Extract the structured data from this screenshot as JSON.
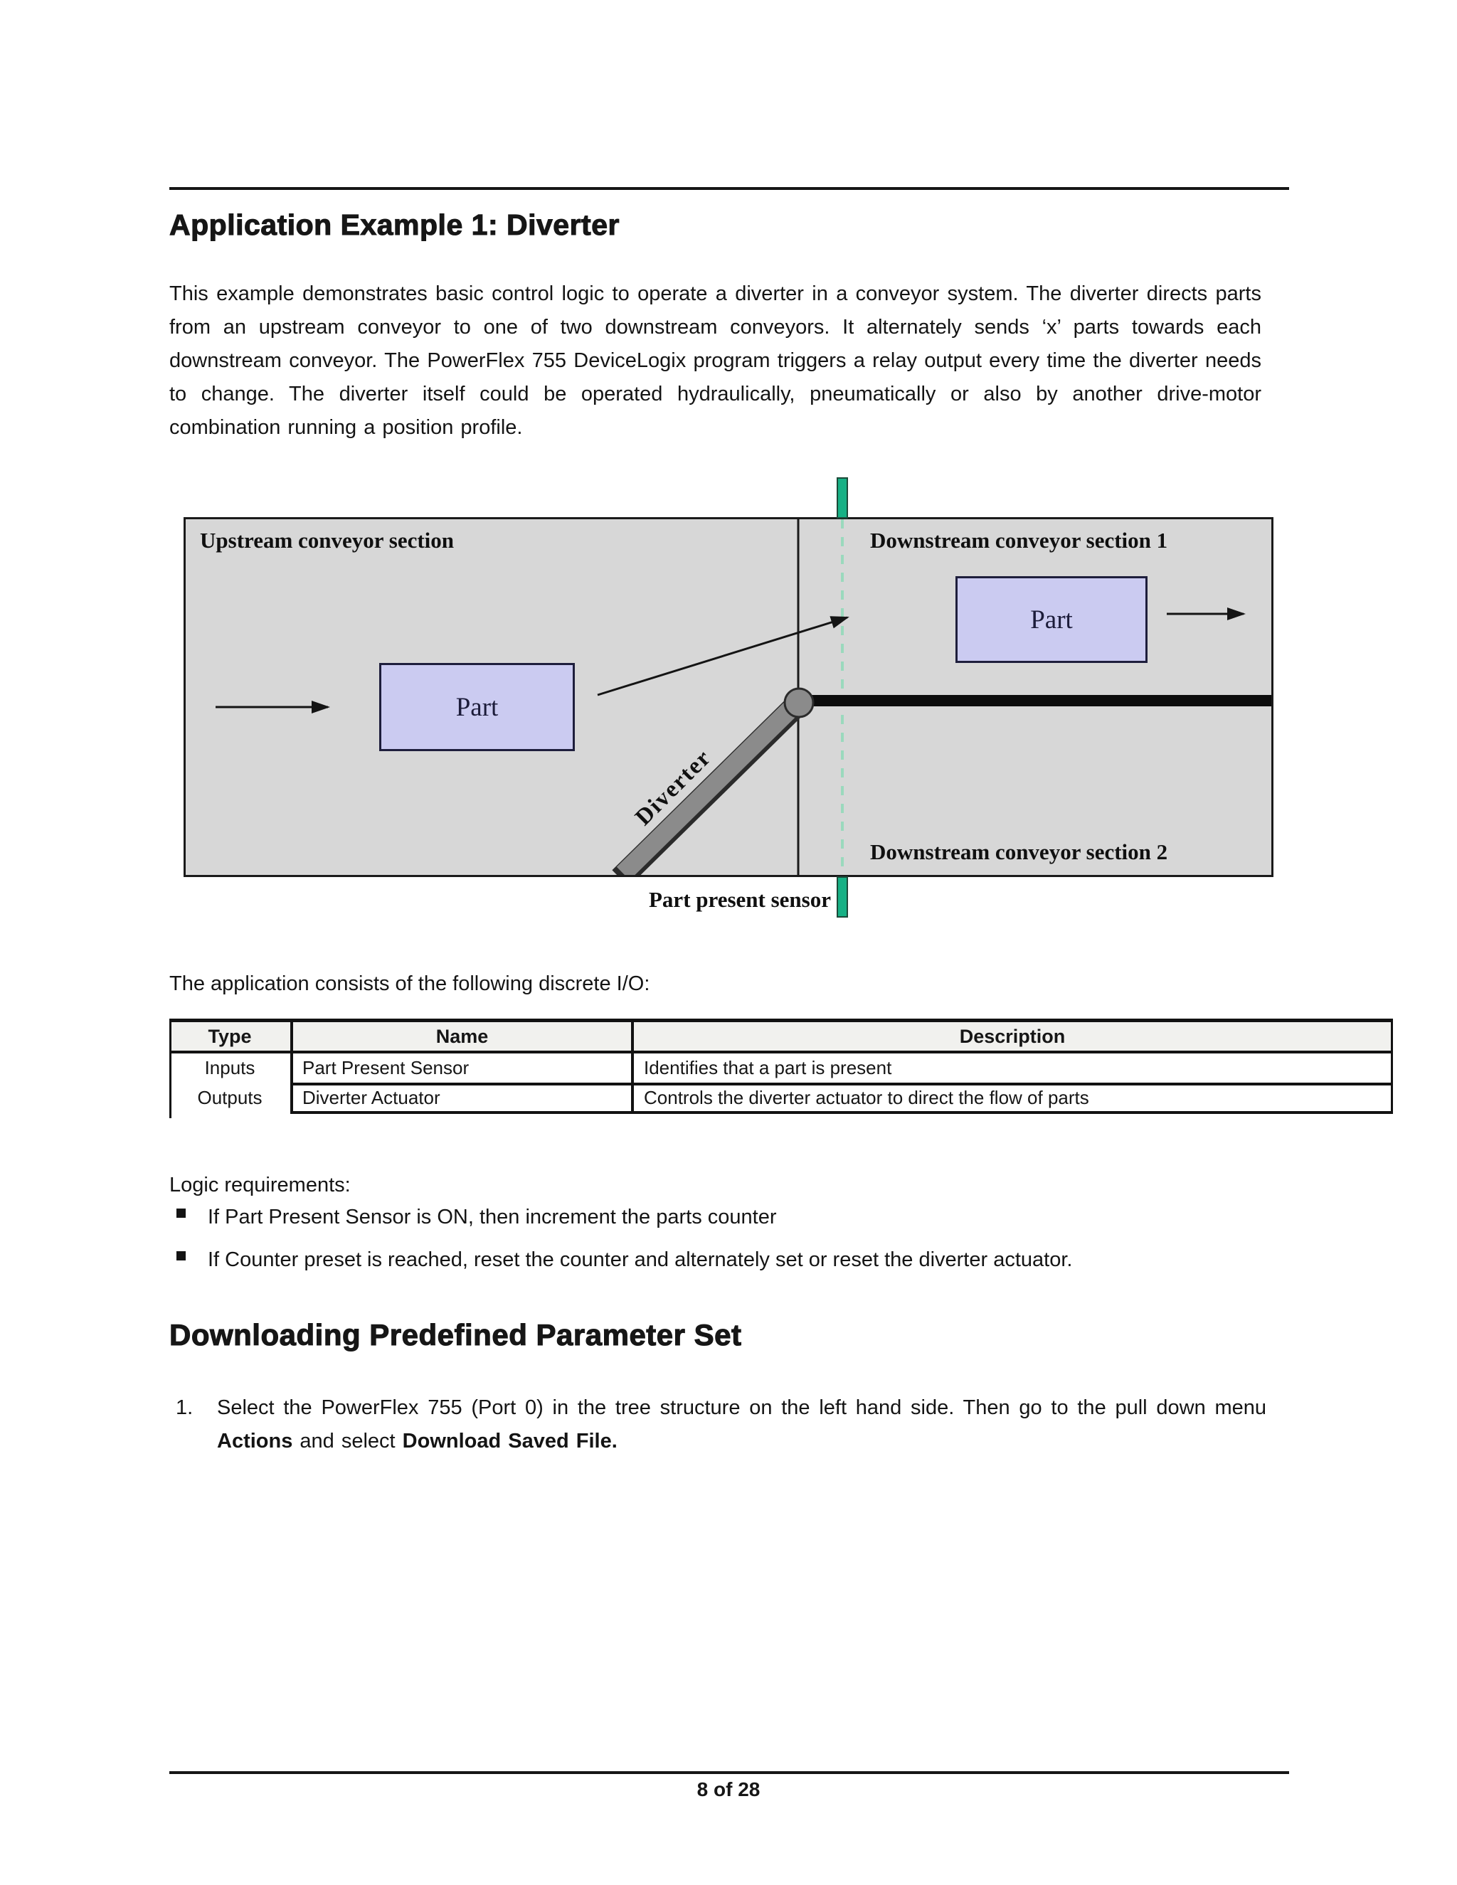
{
  "header": {
    "title": "Application Example 1: Diverter"
  },
  "intro": {
    "text": "This example demonstrates basic control logic to operate a diverter in a conveyor system.  The diverter directs parts from an upstream conveyor to one of two downstream conveyors.  It alternately sends ‘x’ parts towards each downstream conveyor. The PowerFlex 755 DeviceLogix program triggers a relay output every time the diverter needs to change. The diverter itself could be operated hydraulically, pneumatically or also by another drive-motor combination running a position profile."
  },
  "diagram": {
    "upstream_label": "Upstream conveyor section",
    "downstream1_label": "Downstream conveyor section 1",
    "downstream2_label": "Downstream conveyor section 2",
    "part_upstream_label": "Part",
    "part_downstream_label": "Part",
    "diverter_label": "Diverter",
    "sensor_label": "Part present sensor",
    "colors": {
      "conveyor_background": "#d7d7d7",
      "part_box_fill": "#cbcbf1",
      "sensor_green": "#17b185",
      "sensor_dashed_line": "#9ad9bd",
      "diverter_gray": "#8b8b8b"
    }
  },
  "io": {
    "intro": "The application consists of the following discrete I/O:"
  },
  "io_table": {
    "headers": [
      "Type",
      "Name",
      "Description"
    ],
    "rows": [
      {
        "type": "Inputs",
        "name": "Part Present Sensor",
        "description": "Identifies that a part is present"
      },
      {
        "type": "Outputs",
        "name": "Diverter Actuator",
        "description": "Controls the diverter actuator to direct the flow of parts"
      }
    ]
  },
  "logic": {
    "heading": "Logic requirements:",
    "bullets": [
      "If Part Present Sensor is ON, then increment the parts counter",
      "If Counter preset is reached, reset the counter and alternately set or reset the diverter actuator."
    ]
  },
  "download": {
    "heading": "Downloading Predefined Parameter Set",
    "step_number": "1.",
    "step": {
      "pre": "Select the PowerFlex 755 (Port 0) in the tree structure on the left hand side. Then go to the pull down menu ",
      "bold1": "Actions",
      "mid": " and select ",
      "bold2": "Download Saved File."
    }
  },
  "footer": {
    "page_label": "8 of 28"
  }
}
